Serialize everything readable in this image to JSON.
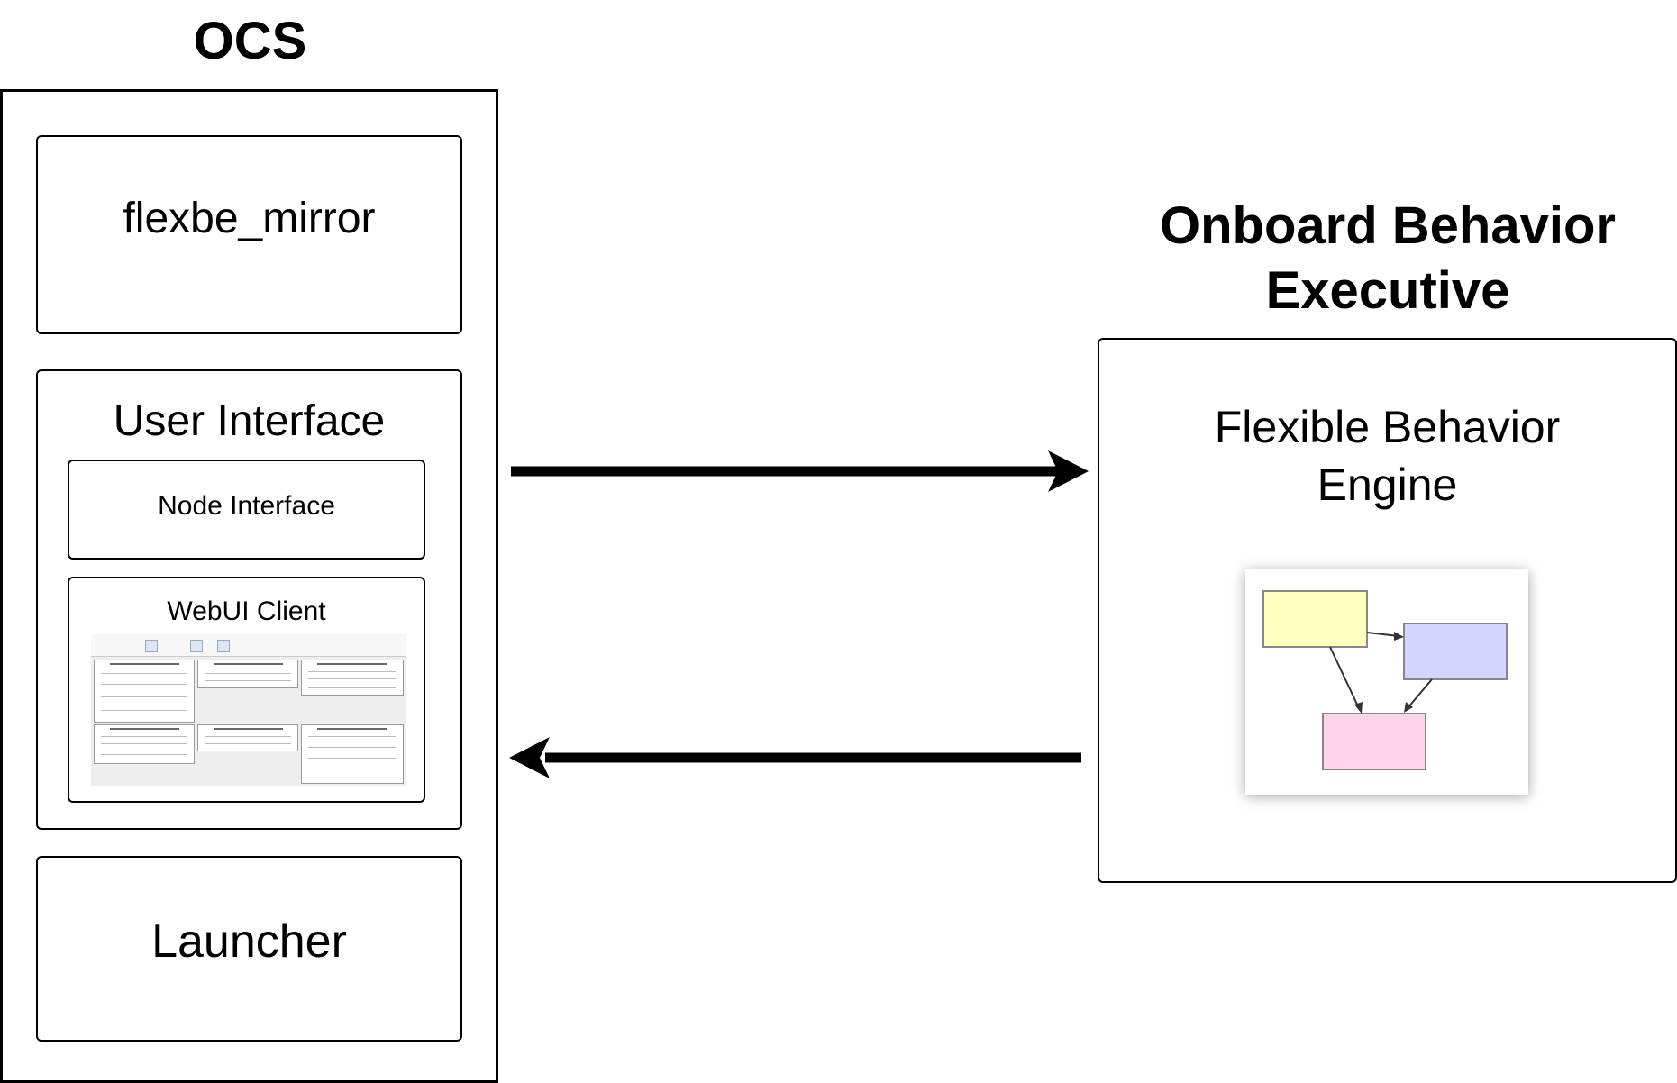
{
  "ocs": {
    "title": "OCS",
    "mirror_label": "flexbe_mirror",
    "user_interface": {
      "label": "User Interface",
      "node_interface_label": "Node Interface",
      "webui_client_label": "WebUI Client"
    },
    "launcher_label": "Launcher"
  },
  "onboard": {
    "title_line1": "Onboard Behavior",
    "title_line2": "Executive",
    "engine_line1": "Flexible Behavior",
    "engine_line2": "Engine",
    "state_colors": [
      "#ffffc0",
      "#d4d4ff",
      "#ffd4e8"
    ]
  }
}
